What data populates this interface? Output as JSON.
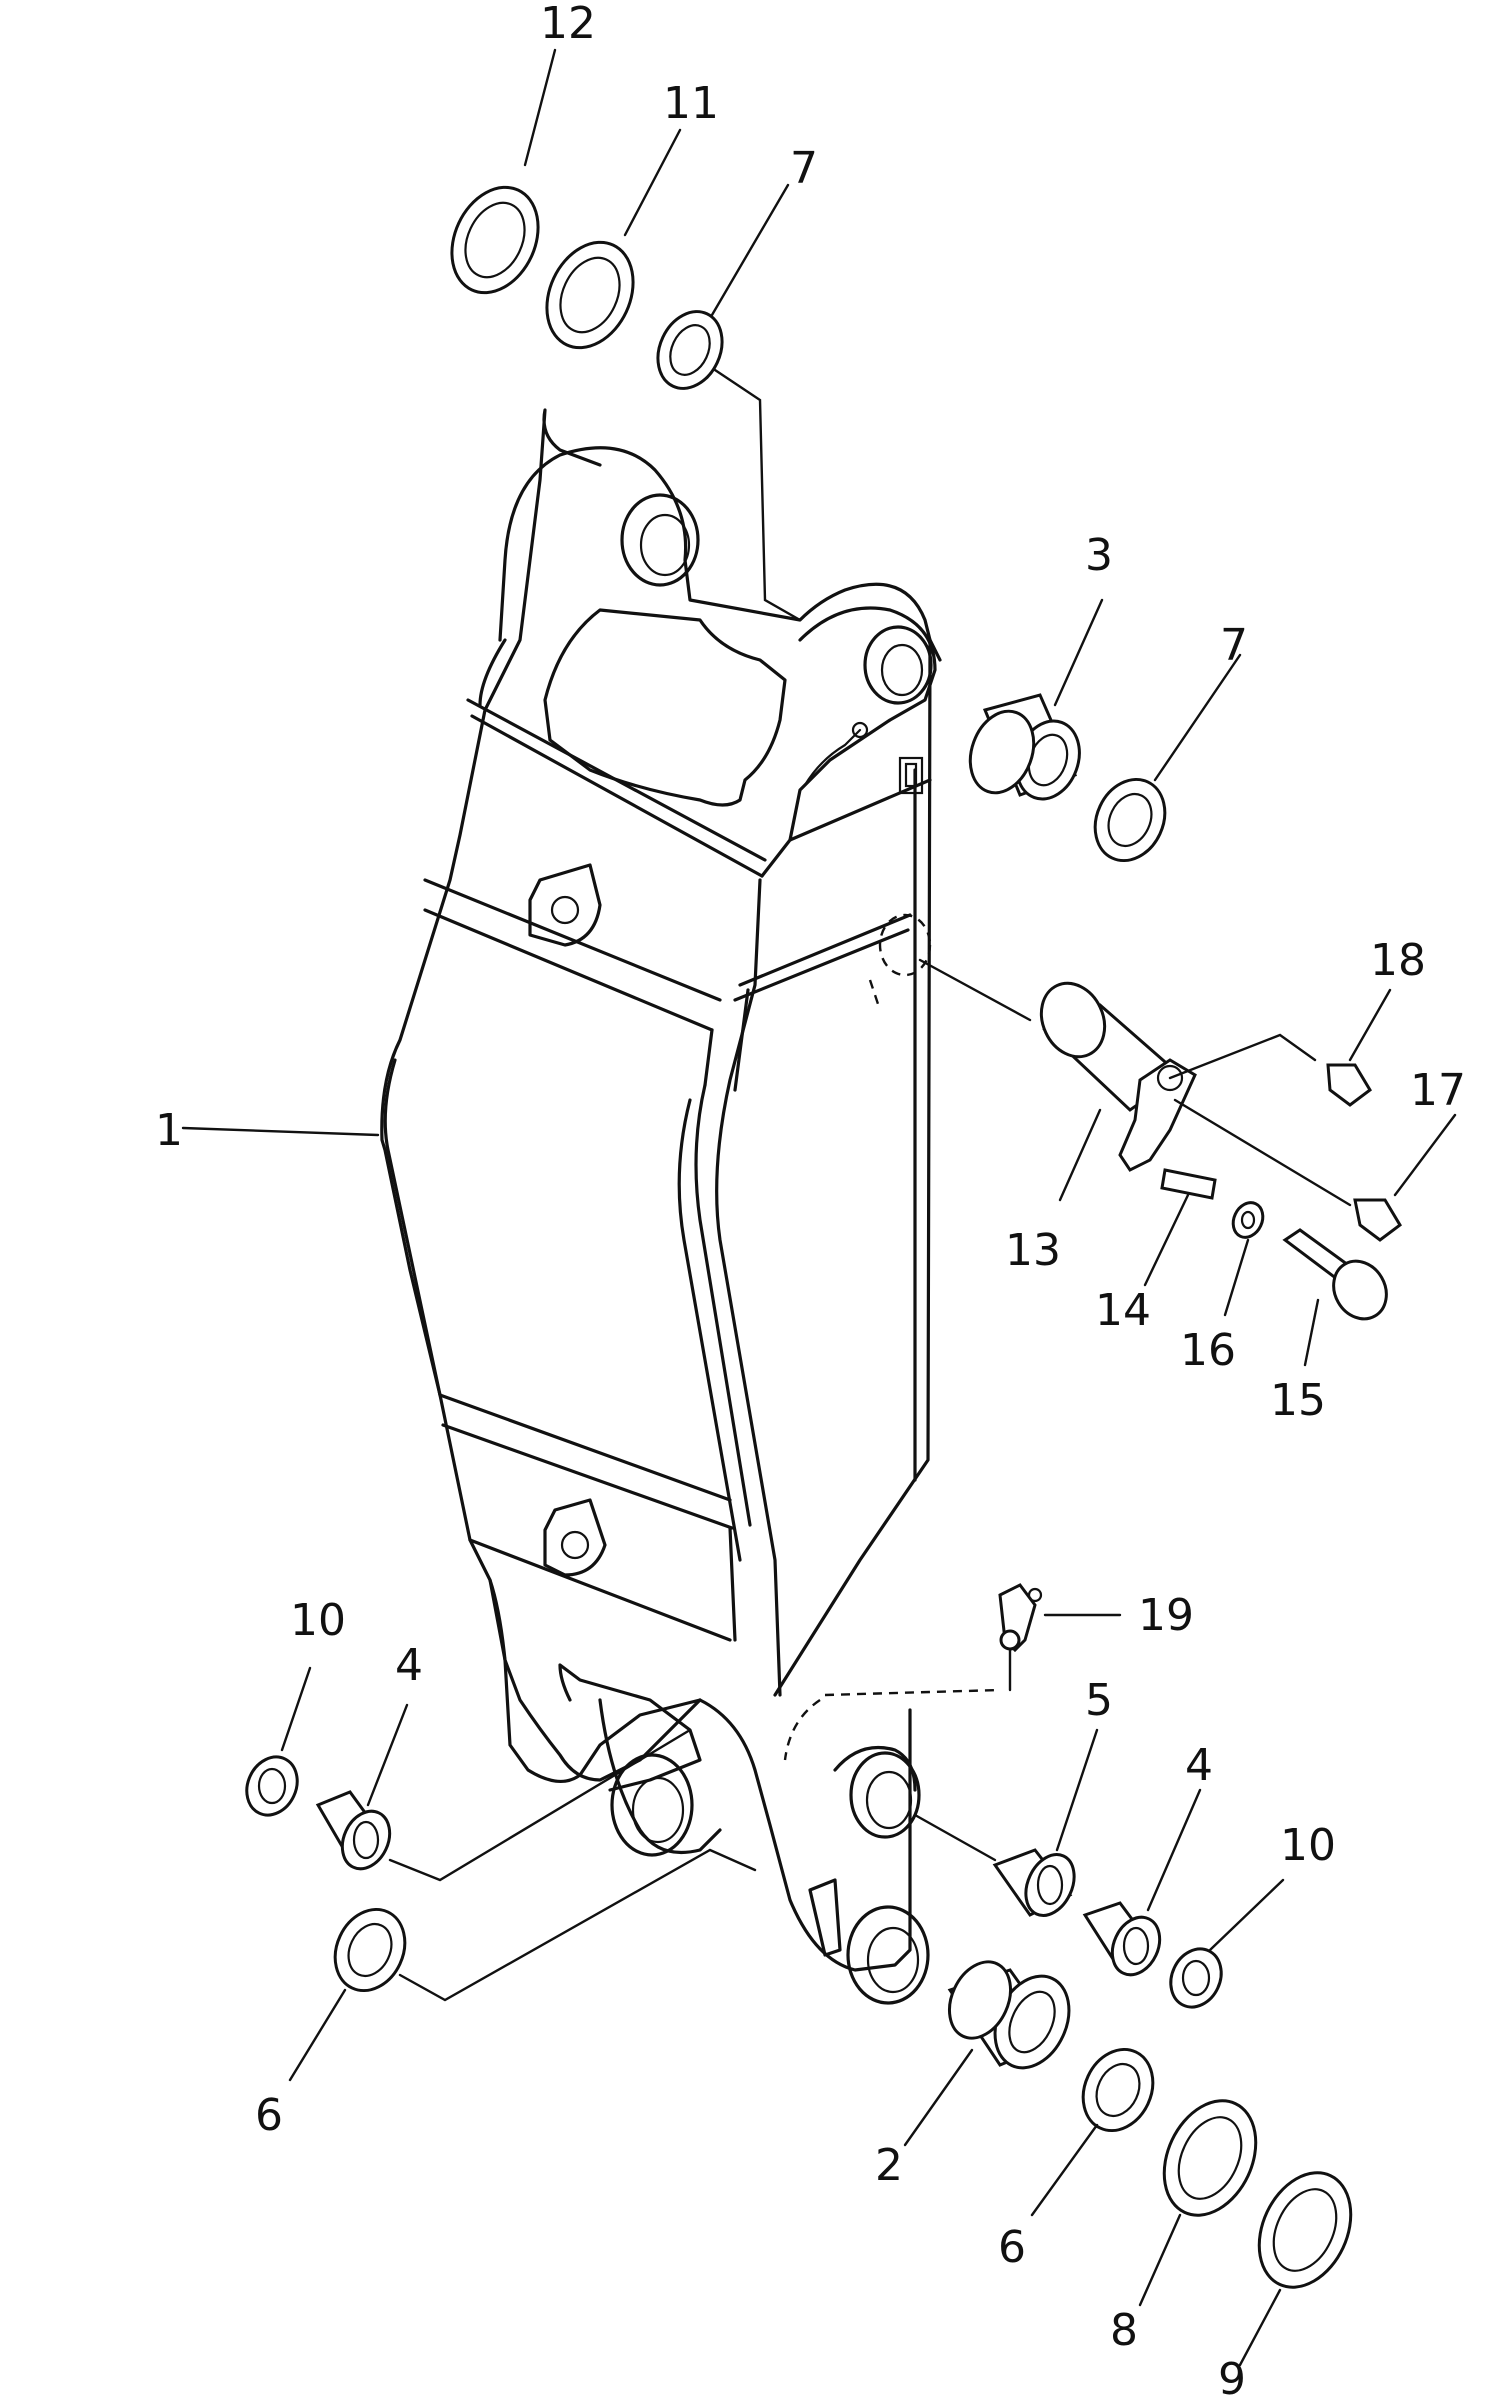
{
  "callouts": [
    {
      "id": "1",
      "label": "1"
    },
    {
      "id": "2",
      "label": "2"
    },
    {
      "id": "3",
      "label": "3"
    },
    {
      "id": "4a",
      "label": "4"
    },
    {
      "id": "4b",
      "label": "4"
    },
    {
      "id": "5",
      "label": "5"
    },
    {
      "id": "6a",
      "label": "6"
    },
    {
      "id": "6b",
      "label": "6"
    },
    {
      "id": "7a",
      "label": "7"
    },
    {
      "id": "7b",
      "label": "7"
    },
    {
      "id": "8",
      "label": "8"
    },
    {
      "id": "9",
      "label": "9"
    },
    {
      "id": "10a",
      "label": "10"
    },
    {
      "id": "10b",
      "label": "10"
    },
    {
      "id": "11",
      "label": "11"
    },
    {
      "id": "12",
      "label": "12"
    },
    {
      "id": "13",
      "label": "13"
    },
    {
      "id": "14",
      "label": "14"
    },
    {
      "id": "15",
      "label": "15"
    },
    {
      "id": "16",
      "label": "16"
    },
    {
      "id": "17",
      "label": "17"
    },
    {
      "id": "18",
      "label": "18"
    },
    {
      "id": "19",
      "label": "19"
    }
  ]
}
